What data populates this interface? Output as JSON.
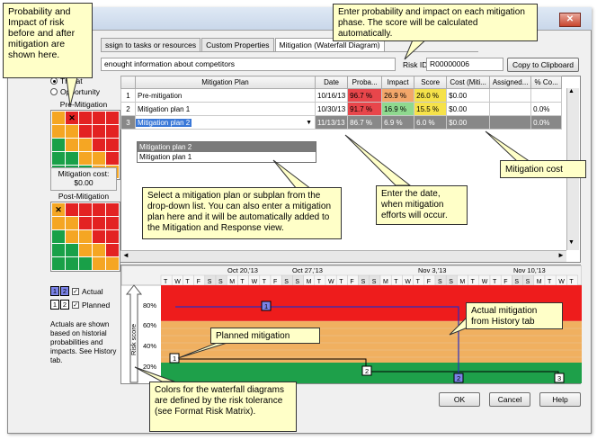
{
  "tabs": [
    "ssign to tasks or resources",
    "Custom Properties",
    "Mitigation (Waterfall Diagram)"
  ],
  "risk_title_value": "enought information about competitors",
  "risk_id_label": "Risk ID:",
  "risk_id_value": "R00000006",
  "copy_button": "Copy to Clipboard",
  "radio": {
    "threat": "Threat",
    "opportunity": "Opportunity"
  },
  "pre_mitigation_label": "Pre-Mitigation",
  "post_mitigation_label": "Post-Mitigation",
  "mitigation_cost_label": "Mitigation cost:",
  "mitigation_cost_value": "$0.00",
  "table": {
    "headers": [
      "",
      "Mitigation Plan",
      "Date",
      "Proba...",
      "Impact",
      "Score",
      "Cost (Miti...",
      "Assigned...",
      "% Co..."
    ],
    "rows": [
      {
        "num": "1",
        "plan": "Pre-mitigation",
        "date": "10/16/13",
        "prob": "96.7 %",
        "impact": "26.9 %",
        "score": "26.0 %",
        "cost": "$0.00",
        "assigned": "",
        "pct": ""
      },
      {
        "num": "2",
        "plan": "Mitigation plan 1",
        "date": "10/30/13",
        "prob": "91.7 %",
        "impact": "16.9 %",
        "score": "15.5 %",
        "cost": "$0.00",
        "assigned": "",
        "pct": "0.0%"
      },
      {
        "num": "3",
        "plan": "Mitigation plan 2",
        "date": "11/13/13",
        "prob": "86.7 %",
        "impact": "6.9 %",
        "score": "6.0 %",
        "cost": "$0.00",
        "assigned": "",
        "pct": "0.0%"
      }
    ]
  },
  "dropdown_items": [
    "Mitigation plan 2",
    "Mitigation plan 1"
  ],
  "chart": {
    "week_labels": [
      "Oct 20,'13",
      "Oct 27,'13",
      "Nov 3,'13",
      "Nov 10,'13"
    ],
    "day_letters": [
      "T",
      "W",
      "T",
      "F",
      "S",
      "S",
      "M",
      "T",
      "W",
      "T",
      "F",
      "S",
      "S",
      "M",
      "T",
      "W",
      "T",
      "F",
      "S",
      "S",
      "M",
      "T",
      "W",
      "T",
      "F",
      "S",
      "S",
      "M",
      "T",
      "W",
      "T",
      "F",
      "S",
      "S",
      "M",
      "T",
      "W",
      "T"
    ],
    "y_axis_title": "Risk score",
    "y_ticks": [
      "80%",
      "60%",
      "40%",
      "20%"
    ],
    "bands_colors": {
      "red": "#ee1c1c",
      "orange": "#f0b060",
      "green": "#1ea04a"
    },
    "planned_points": [
      "1",
      "2",
      "3"
    ],
    "actual_points": [
      "1",
      "2"
    ]
  },
  "legend": {
    "actual_label": "Actual",
    "planned_label": "Planned",
    "actual_boxes": [
      "1",
      "2"
    ],
    "planned_boxes": [
      "1",
      "2"
    ],
    "note": "Actuals are shown based on historial probabilities and impacts. See History tab."
  },
  "buttons": {
    "ok": "OK",
    "cancel": "Cancel",
    "help": "Help"
  },
  "callouts": {
    "top_left": "Probability and Impact of risk before and after mitigation are shown here.",
    "top_right": "Enter probability and impact on each mitigation phase. The score will be calculated automatically.",
    "mitigation_cost": "Mitigation cost",
    "select_plan": "Select a mitigation plan or subplan from the drop-down list. You can also enter a mitigation plan here and it will be automatically added to the Mitigation and Response view.",
    "enter_date": "Enter the date, when mitigation efforts will occur.",
    "actual_mitigation": "Actual mitigation from History tab",
    "planned_mitigation": "Planned mitigation",
    "colors": "Colors for the waterfall diagrams are defined by the risk tolerance (see Format Risk Matrix)."
  }
}
